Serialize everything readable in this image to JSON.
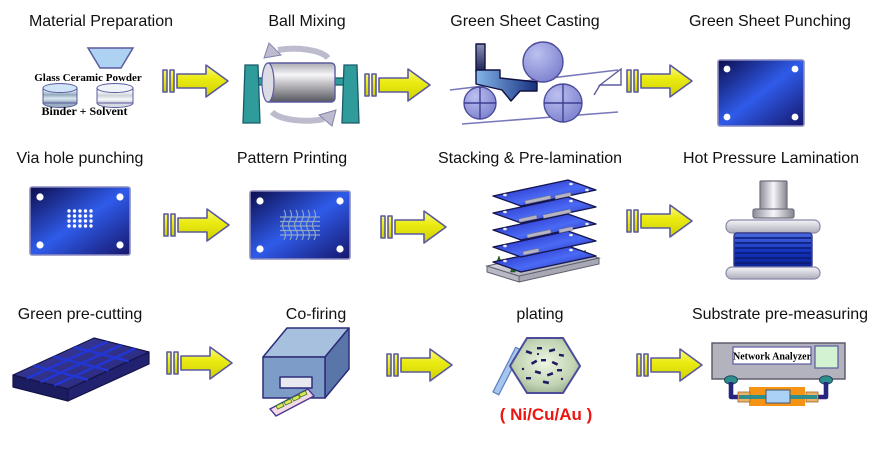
{
  "colors": {
    "background": "#ffffff",
    "arrow_yellow": "#ebeb17",
    "plate_blue": "#2f5bea",
    "teal": "#2e8e8e",
    "caption_red": "#ee1411",
    "stack_blue": "#2b3fe0",
    "metal_gray": "#c9c9d2"
  },
  "steps": [
    {
      "id": "material-preparation",
      "title": "Material Preparation",
      "label_powder": "Glass Ceramic Powder",
      "label_binder": "Binder + Solvent"
    },
    {
      "id": "ball-mixing",
      "title": "Ball Mixing"
    },
    {
      "id": "green-sheet-casting",
      "title": "Green Sheet Casting"
    },
    {
      "id": "green-sheet-punching",
      "title": "Green Sheet Punching"
    },
    {
      "id": "via-hole-punching",
      "title": "Via hole punching"
    },
    {
      "id": "pattern-printing",
      "title": "Pattern Printing"
    },
    {
      "id": "stacking-pre-lamination",
      "title": "Stacking & Pre-lamination"
    },
    {
      "id": "hot-pressure-lamination",
      "title": "Hot Pressure Lamination"
    },
    {
      "id": "green-pre-cutting",
      "title": "Green pre-cutting"
    },
    {
      "id": "co-firing",
      "title": "Co-firing"
    },
    {
      "id": "plating",
      "title": "plating",
      "caption": "( Ni/Cu/Au )"
    },
    {
      "id": "substrate-pre-measuring",
      "title": "Substrate pre-measuring",
      "device_label": "Network Analyzer"
    }
  ]
}
